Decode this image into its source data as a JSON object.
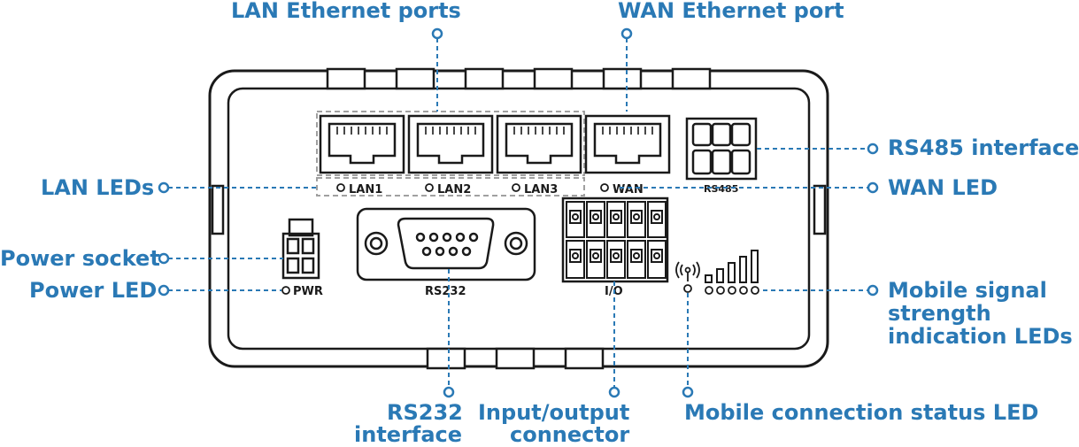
{
  "callouts": {
    "lan_ports": "LAN Ethernet ports",
    "wan_port": "WAN Ethernet port",
    "rs485_interface": "RS485 interface",
    "wan_led": "WAN LED",
    "mobile_signal_line1": "Mobile signal",
    "mobile_signal_line2": "strength",
    "mobile_signal_line3": "indication LEDs",
    "lan_leds": "LAN LEDs",
    "power_socket": "Power socket",
    "power_led": "Power LED",
    "rs232_line1": "RS232",
    "rs232_line2": "interface",
    "io_line1": "Input/output",
    "io_line2": "connector",
    "mobile_status": "Mobile connection status LED"
  },
  "device_labels": {
    "lan1": "LAN1",
    "lan2": "LAN2",
    "lan3": "LAN3",
    "wan": "WAN",
    "rs485": "RS485",
    "pwr": "PWR",
    "rs232": "RS232",
    "io": "I/O"
  },
  "colors": {
    "callout_blue": "#2a79b5",
    "outline": "#1a1a1a",
    "group_dash": "#a0a0a0"
  }
}
